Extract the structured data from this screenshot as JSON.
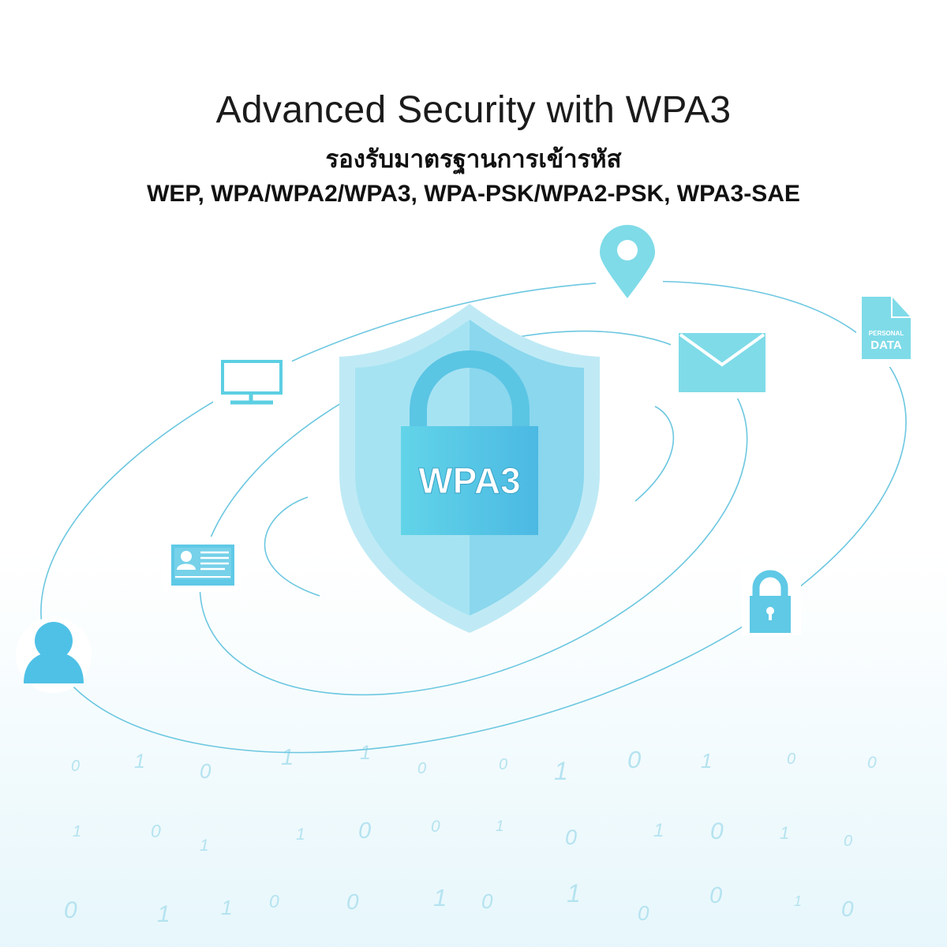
{
  "header": {
    "title": "Advanced Security with WPA3",
    "subtitle_thai": "รองรับมาตรฐานการเข้ารหัส",
    "protocols": "WEP, WPA/WPA2/WPA3, WPA-PSK/WPA2-PSK, WPA3-SAE"
  },
  "illustration": {
    "lock_label": "WPA3",
    "document_label_top": "PERSONAL",
    "document_label_bottom": "DATA",
    "binary_digits": [
      "0",
      "1",
      "0",
      "1",
      "1",
      "0",
      "0",
      "1",
      "0",
      "1",
      "0",
      "0",
      "1",
      "0",
      "1",
      "1",
      "0",
      "0",
      "1",
      "0",
      "1",
      "0",
      "1",
      "0",
      "0",
      "1",
      "1",
      "0",
      "0",
      "1",
      "0",
      "1",
      "0",
      "0",
      "1",
      "0"
    ]
  },
  "colors": {
    "accent": "#5ccfe3",
    "shield": "#a9e3f2",
    "lock": "#5fc9e6",
    "orbit": "#6cc7e0"
  }
}
